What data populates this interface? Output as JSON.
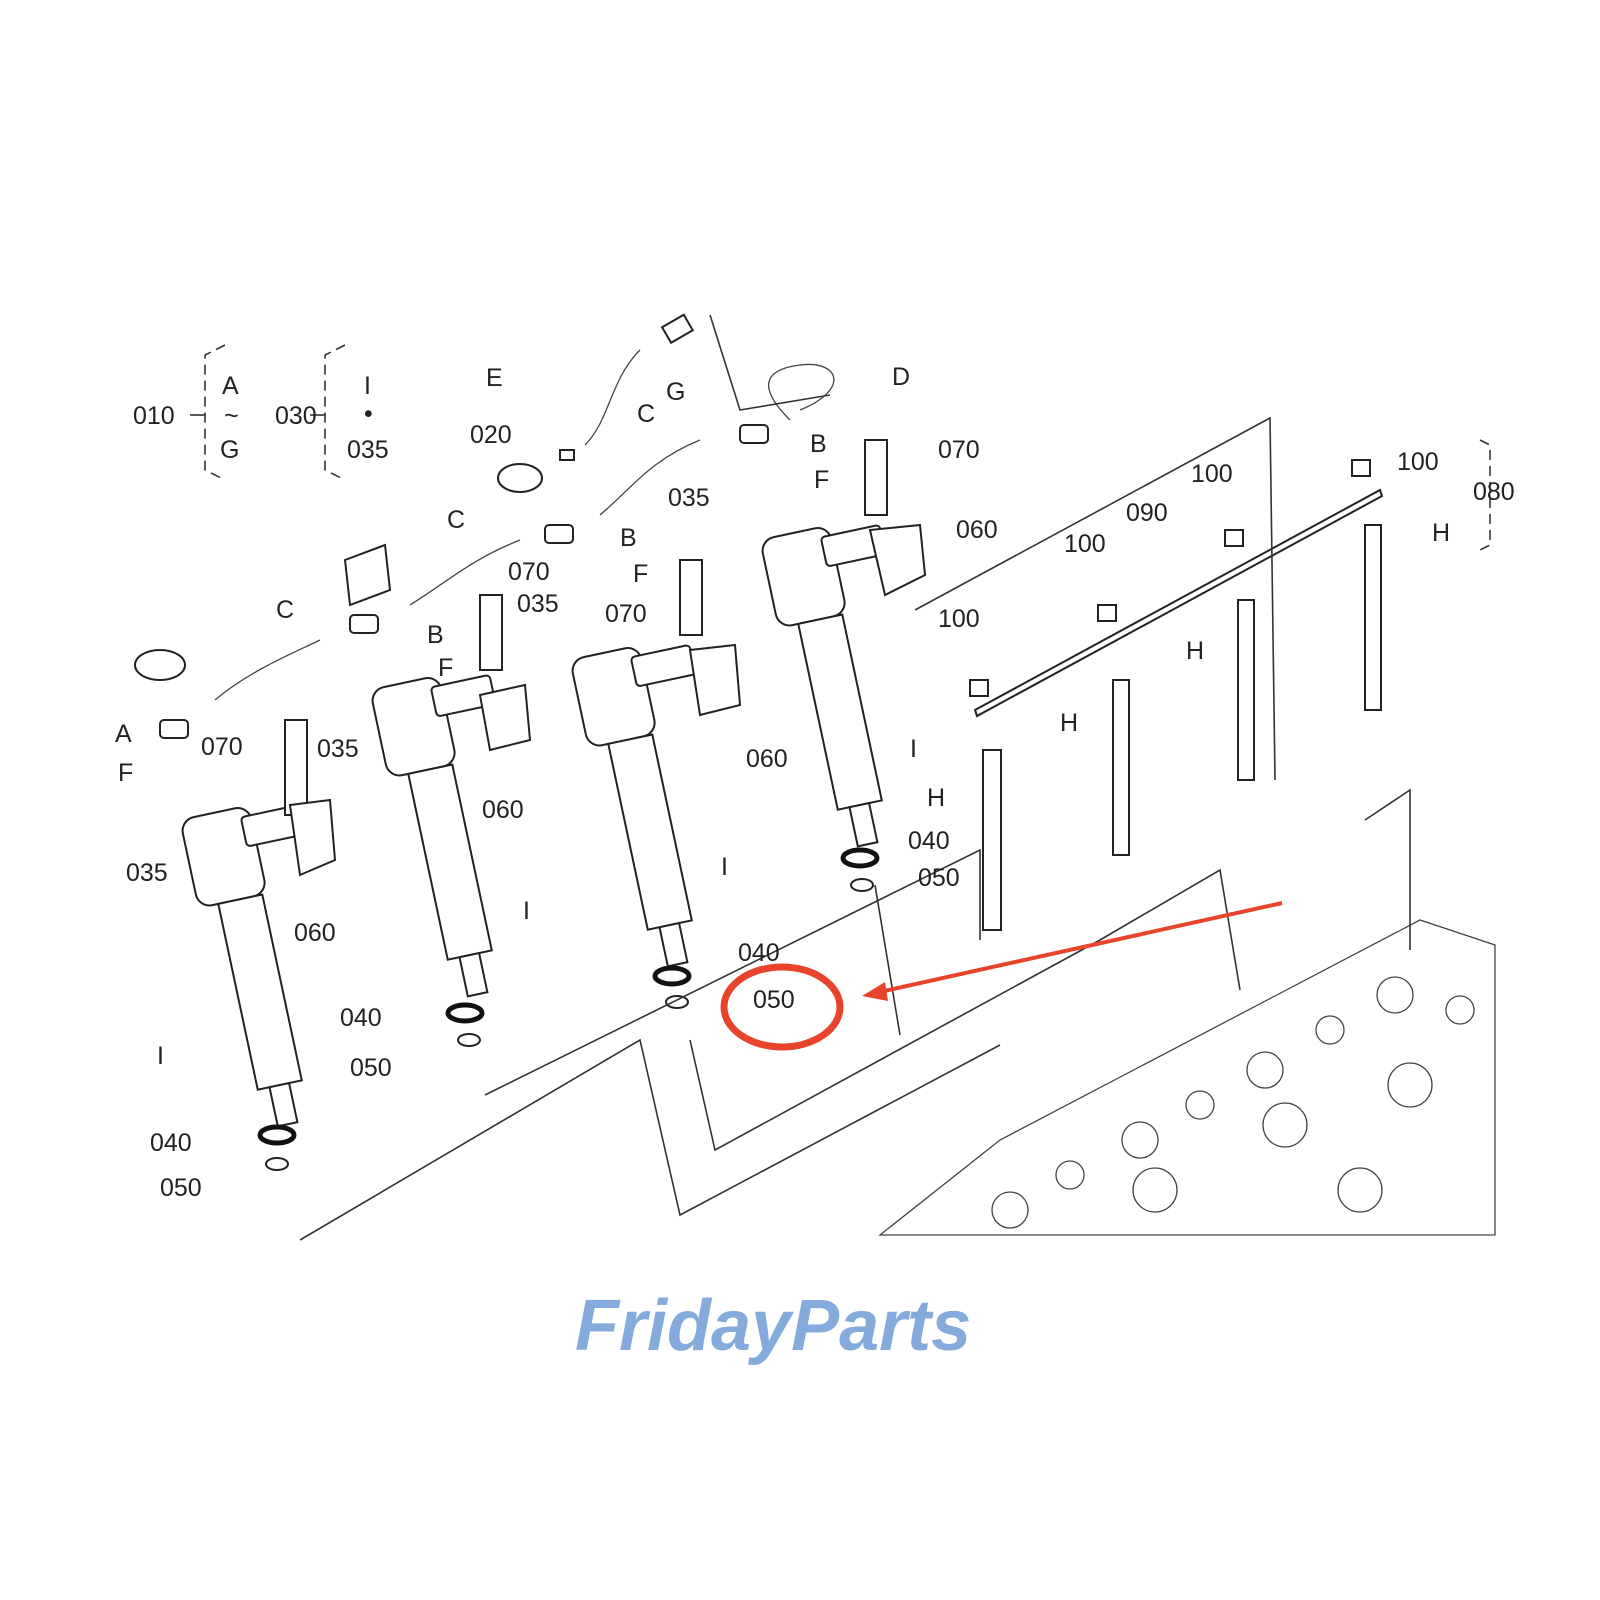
{
  "watermark": {
    "text": "FridayParts",
    "color": "#5b8fd0",
    "accent": "#f5a623"
  },
  "highlight": {
    "color": "#e8442c",
    "target_label": "050"
  },
  "legend": {
    "group_010": {
      "number": "010",
      "from": "A",
      "range": "~",
      "to": "G"
    },
    "group_030": {
      "number": "030",
      "from": "I",
      "sep": "•",
      "to": "035"
    }
  },
  "callouts": [
    "E",
    "G",
    "D",
    "020",
    "C",
    "B",
    "F",
    "070",
    "C",
    "035",
    "B",
    "F",
    "060",
    "070",
    "035",
    "070",
    "C",
    "B",
    "F",
    "A",
    "070",
    "035",
    "F",
    "060",
    "I",
    "H",
    "060",
    "040",
    "050",
    "I",
    "035",
    "060",
    "I",
    "040",
    "050",
    "040",
    "050",
    "I",
    "040",
    "050",
    "100",
    "080",
    "100",
    "090",
    "100",
    "H",
    "100",
    "H",
    "H"
  ]
}
